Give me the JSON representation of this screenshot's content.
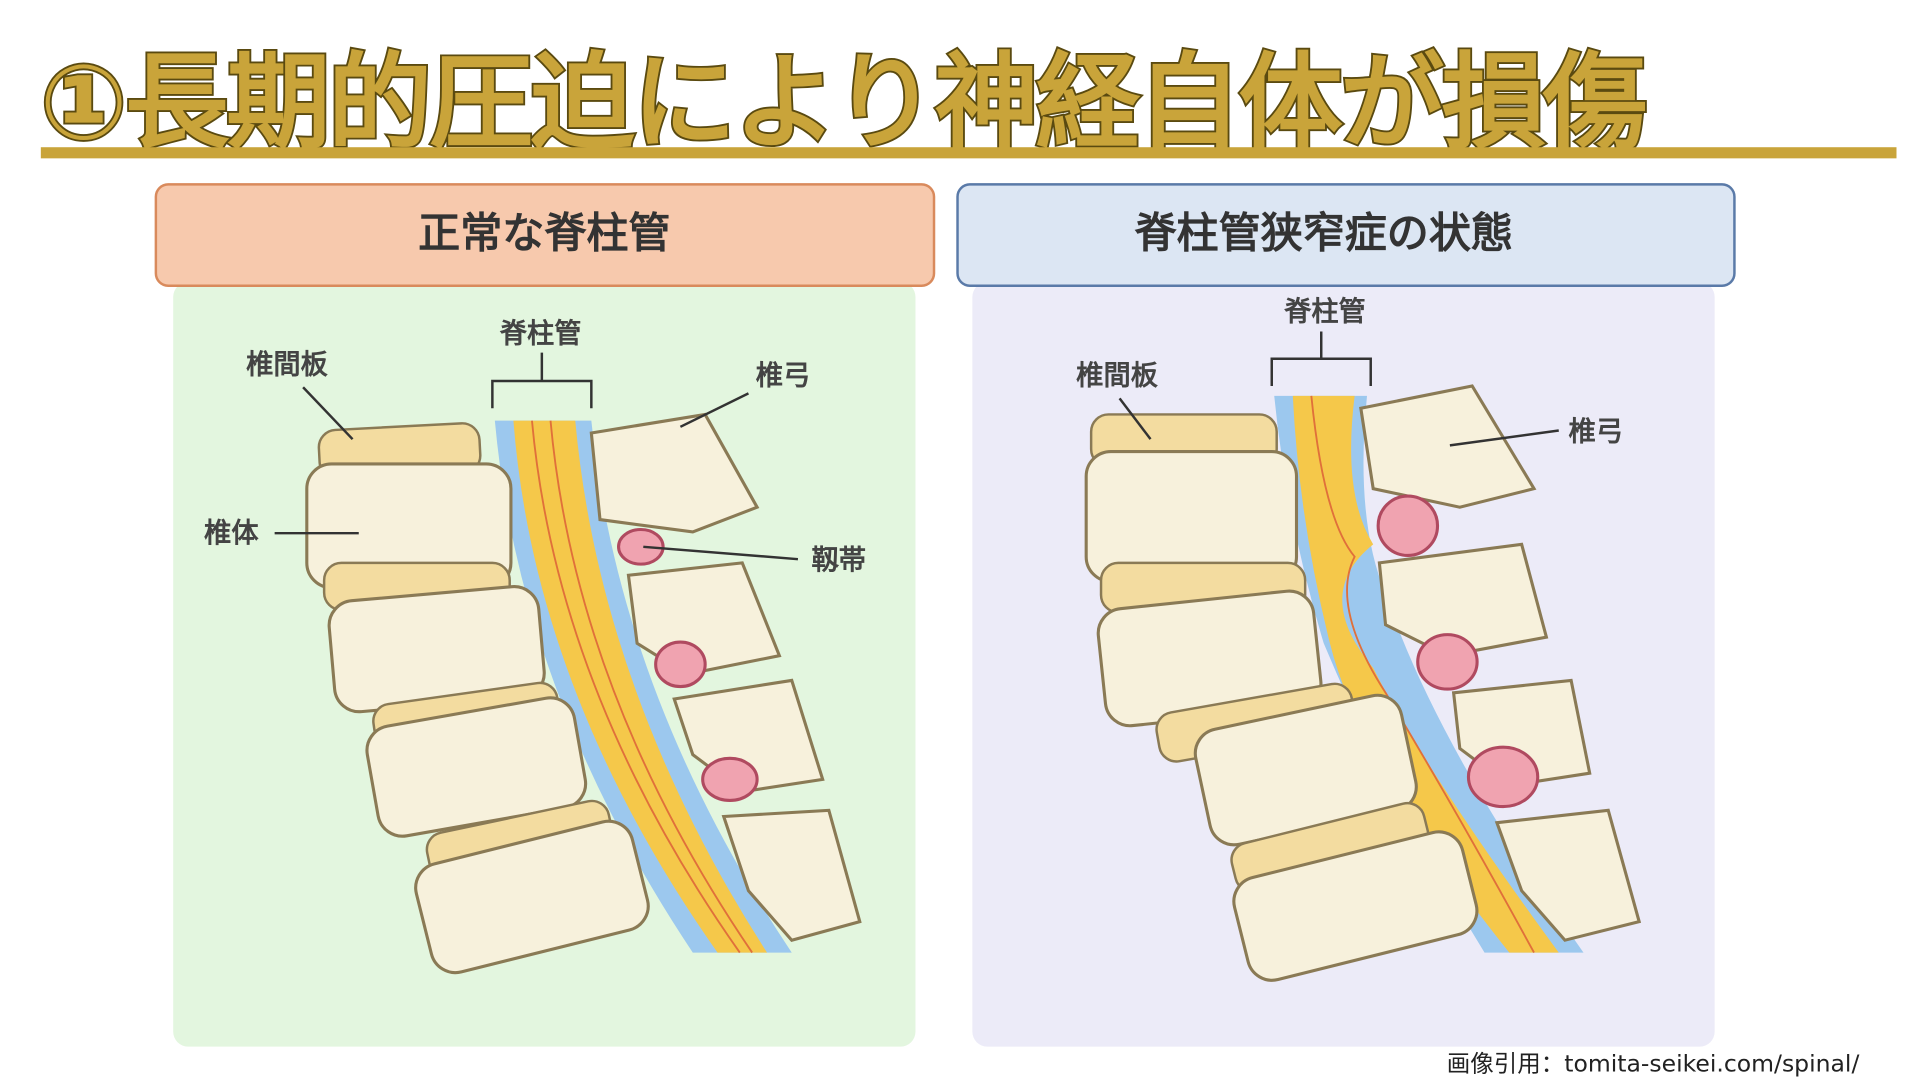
{
  "title": "①長期的圧迫により神経自体が損傷",
  "left_panel": {
    "header": "正常な脊柱管",
    "labels": {
      "canal": "脊柱管",
      "disc": "椎間板",
      "lamina": "椎弓",
      "body": "椎体",
      "ligament": "靱帯"
    }
  },
  "right_panel": {
    "header": "脊柱管狭窄症の状態",
    "labels": {
      "canal": "脊柱管",
      "disc": "椎間板",
      "lamina": "椎弓"
    }
  },
  "citation": "画像引用：tomita-seikei.com/spinal/",
  "colors": {
    "title": "#c9a43a",
    "left_header": "#f7c9ad",
    "right_header": "#dce6f3",
    "left_bg": "#e3f6df",
    "right_bg": "#ecebf8"
  }
}
